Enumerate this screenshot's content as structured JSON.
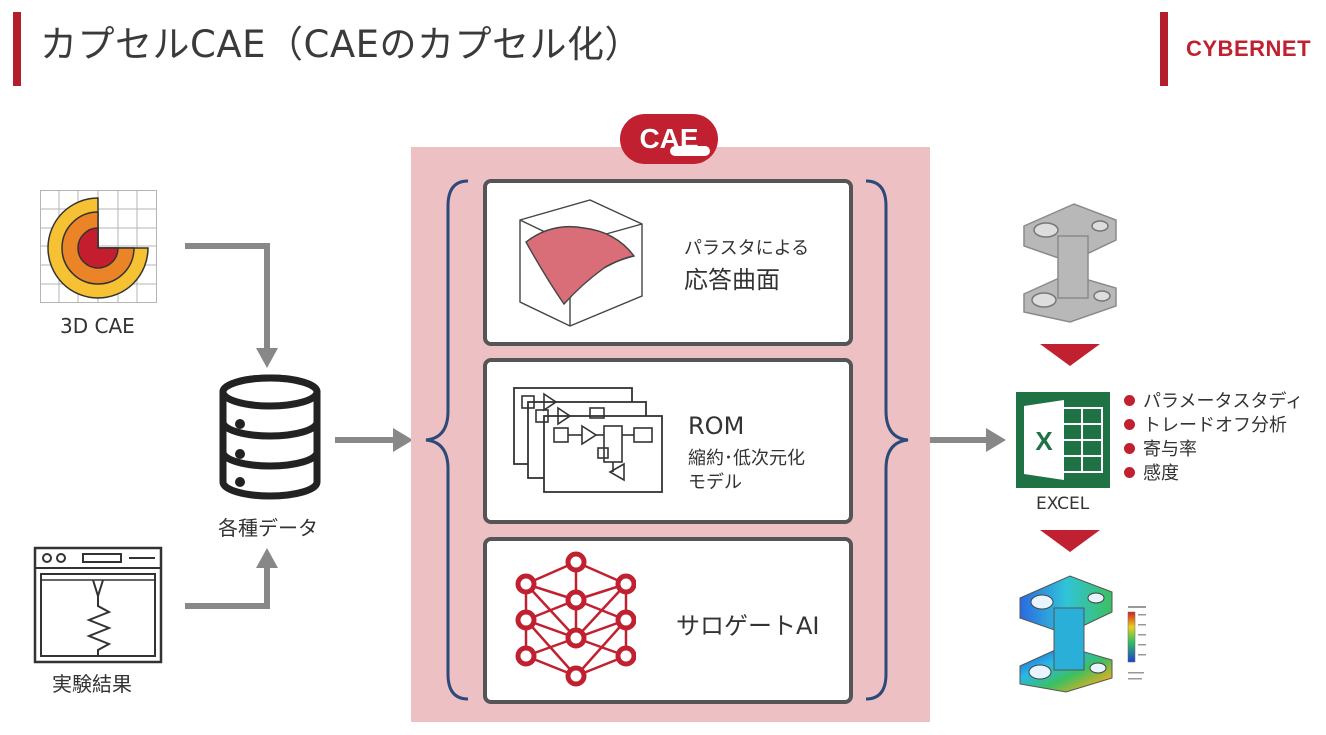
{
  "header": {
    "title": "カプセルCAE（CAEのカプセル化）",
    "brand": "CYBERNET"
  },
  "inputs": {
    "cae3d": "3D CAE",
    "experiment": "実験結果",
    "data": "各種データ"
  },
  "badge": "CAE",
  "methods": {
    "rsm": {
      "line1": "パラスタによる",
      "line2": "応答曲面"
    },
    "rom": {
      "title": "ROM",
      "line1": "縮約･低次元化",
      "line2": "モデル"
    },
    "ai": {
      "title": "サロゲートAI"
    }
  },
  "output": {
    "excel_label": "EXCEL",
    "features": [
      "パラメータスタディ",
      "トレードオフ分析",
      "寄与率",
      "感度"
    ]
  },
  "colors": {
    "accent": "#c0202f",
    "panel": "#edc0c3",
    "arrow": "#888888",
    "excel": "#1f7244"
  }
}
